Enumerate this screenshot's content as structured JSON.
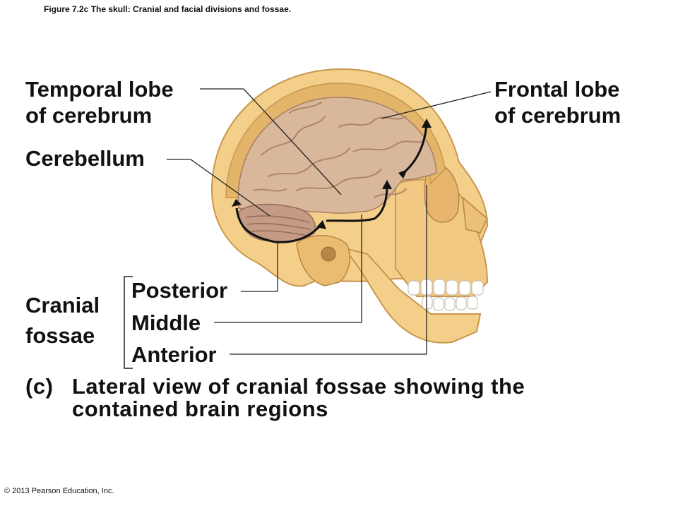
{
  "header": {
    "figure_title": "Figure 7.2c   The skull: Cranial and facial divisions and fossae."
  },
  "labels": {
    "temporal_lobe": [
      "Temporal lobe",
      "of cerebrum"
    ],
    "frontal_lobe": [
      "Frontal lobe",
      "of cerebrum"
    ],
    "cerebellum": "Cerebellum",
    "cranial_fossae": [
      "Cranial",
      "fossae"
    ],
    "posterior": "Posterior",
    "middle": "Middle",
    "anterior": "Anterior"
  },
  "caption": {
    "panel": "(c)",
    "line1": "Lateral view of cranial fossae showing the",
    "line2": "contained brain regions"
  },
  "copyright": "© 2013 Pearson Education, Inc.",
  "colors": {
    "bone": "#f3cf8a",
    "bone_dark": "#d9a85a",
    "brain": "#d8b79b",
    "brain_dark": "#b08468",
    "cerebellum": "#c49c86",
    "leader_line": "#222222"
  }
}
